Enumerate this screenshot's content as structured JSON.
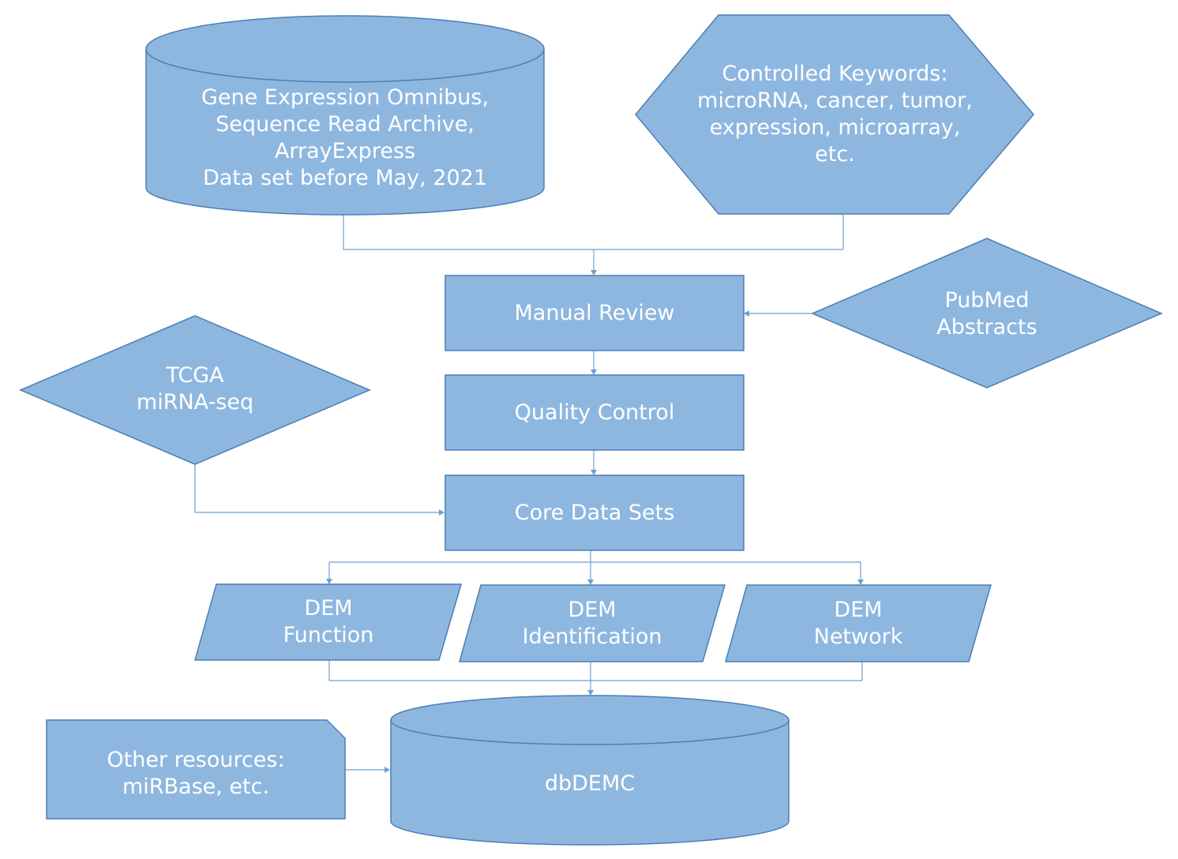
{
  "nodes": {
    "geo": {
      "label": "Gene Expression Omnibus,\nSequence Read Archive, ArrayExpress\nData set before May, 2021",
      "shape": "cylinder"
    },
    "keywords": {
      "label": "Controlled Keywords:\nmicroRNA, cancer, tumor,\nexpression, microarray,\netc.",
      "shape": "hexagon"
    },
    "manual_review": {
      "label": "Manual Review",
      "shape": "rectangle"
    },
    "pubmed": {
      "label": "PubMed\nAbstracts",
      "shape": "diamond"
    },
    "quality_control": {
      "label": "Quality Control",
      "shape": "rectangle"
    },
    "tcga": {
      "label": "TCGA\nmiRNA-seq",
      "shape": "diamond"
    },
    "core_data": {
      "label": "Core Data Sets",
      "shape": "rectangle"
    },
    "dem_function": {
      "label": "DEM\nFunction",
      "shape": "parallelogram"
    },
    "dem_identification": {
      "label": "DEM\nIdentification",
      "shape": "parallelogram"
    },
    "dem_network": {
      "label": "DEM\nNetwork",
      "shape": "parallelogram"
    },
    "other_resources": {
      "label": "Other resources:\nmiRBase, etc.",
      "shape": "snipped-rectangle"
    },
    "dbdemc": {
      "label": "dbDEMC",
      "shape": "cylinder"
    }
  },
  "edges": [
    {
      "from": "geo",
      "to": "manual_review"
    },
    {
      "from": "keywords",
      "to": "manual_review"
    },
    {
      "from": "pubmed",
      "to": "manual_review"
    },
    {
      "from": "manual_review",
      "to": "quality_control"
    },
    {
      "from": "quality_control",
      "to": "core_data"
    },
    {
      "from": "tcga",
      "to": "core_data"
    },
    {
      "from": "core_data",
      "to": "dem_function"
    },
    {
      "from": "core_data",
      "to": "dem_identification"
    },
    {
      "from": "core_data",
      "to": "dem_network"
    },
    {
      "from": "dem_function",
      "to": "dbdemc"
    },
    {
      "from": "dem_identification",
      "to": "dbdemc"
    },
    {
      "from": "dem_network",
      "to": "dbdemc"
    },
    {
      "from": "other_resources",
      "to": "dbdemc"
    }
  ],
  "colors": {
    "fill": "#8eb7e0",
    "stroke": "#4a7fb4",
    "connector": "#6d9fcf",
    "text": "#ffffff"
  }
}
